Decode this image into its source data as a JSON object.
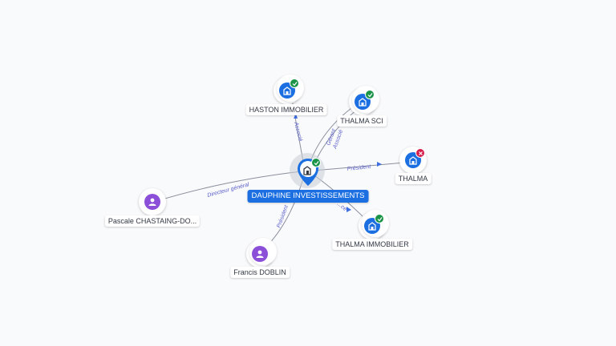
{
  "colors": {
    "company": "#1b6fe0",
    "person": "#8c4fd8",
    "active": "#1b9448",
    "inactive": "#d61e4d",
    "edge_label": "#5b5fc7"
  },
  "center": {
    "label": "DAUPHINE INVESTISSEMENTS",
    "icon": "building-icon",
    "status": "active"
  },
  "nodes": [
    {
      "id": "haston",
      "label": "HASTON IMMOBILIER",
      "type": "company",
      "icon": "building-icon",
      "status": "active"
    },
    {
      "id": "thalma-sci",
      "label": "THALMA SCI",
      "type": "company",
      "icon": "building-icon",
      "status": "active"
    },
    {
      "id": "thalma",
      "label": "THALMA",
      "type": "company",
      "icon": "building-icon",
      "status": "inactive"
    },
    {
      "id": "thalma-immo",
      "label": "THALMA IMMOBILIER",
      "type": "company",
      "icon": "building-icon",
      "status": "active"
    },
    {
      "id": "doblin",
      "label": "Francis DOBLIN",
      "type": "person",
      "icon": "person-icon"
    },
    {
      "id": "chastaing",
      "label": "Pascale CHASTAING-DO...",
      "type": "person",
      "icon": "person-icon"
    }
  ],
  "edges": [
    {
      "to": "haston",
      "label": "Associé"
    },
    {
      "to": "thalma-sci",
      "label": "Gérant"
    },
    {
      "to": "thalma-sci",
      "label": "Associé"
    },
    {
      "to": "thalma",
      "label": "Président"
    },
    {
      "to": "thalma-immo",
      "label": "...ce"
    },
    {
      "to": "doblin",
      "label": "Président"
    },
    {
      "to": "chastaing",
      "label": "Directeur général"
    }
  ]
}
